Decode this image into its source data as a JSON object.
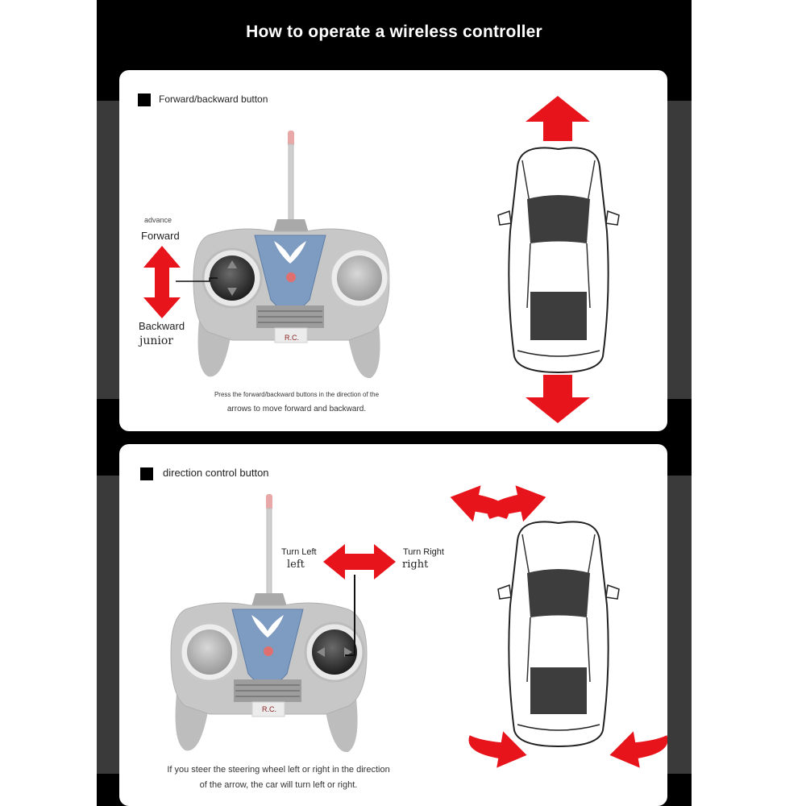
{
  "title": "How to operate a wireless controller",
  "section1": {
    "heading": "Forward/backward button",
    "label_advance": "advance",
    "label_forward": "Forward",
    "label_backward": "Backward",
    "label_junior": "junior",
    "remote_badge": "R.C.",
    "caption_line1": "Press the forward/backward buttons in the direction of the",
    "caption_line2": "arrows to move forward and backward."
  },
  "section2": {
    "heading": "direction control button",
    "label_turn_left": "Turn Left",
    "label_left": "left",
    "label_turn_right": "Turn Right",
    "label_right": "right",
    "remote_badge": "R.C.",
    "caption_line1": "If you steer the steering wheel left or right in the direction",
    "caption_line2": "of the arrow, the car will turn left or right."
  },
  "colors": {
    "arrow": "#e8141b",
    "accent_blue": "#7e9bc2",
    "frame": "#000000",
    "band": "#3a3a3a"
  }
}
